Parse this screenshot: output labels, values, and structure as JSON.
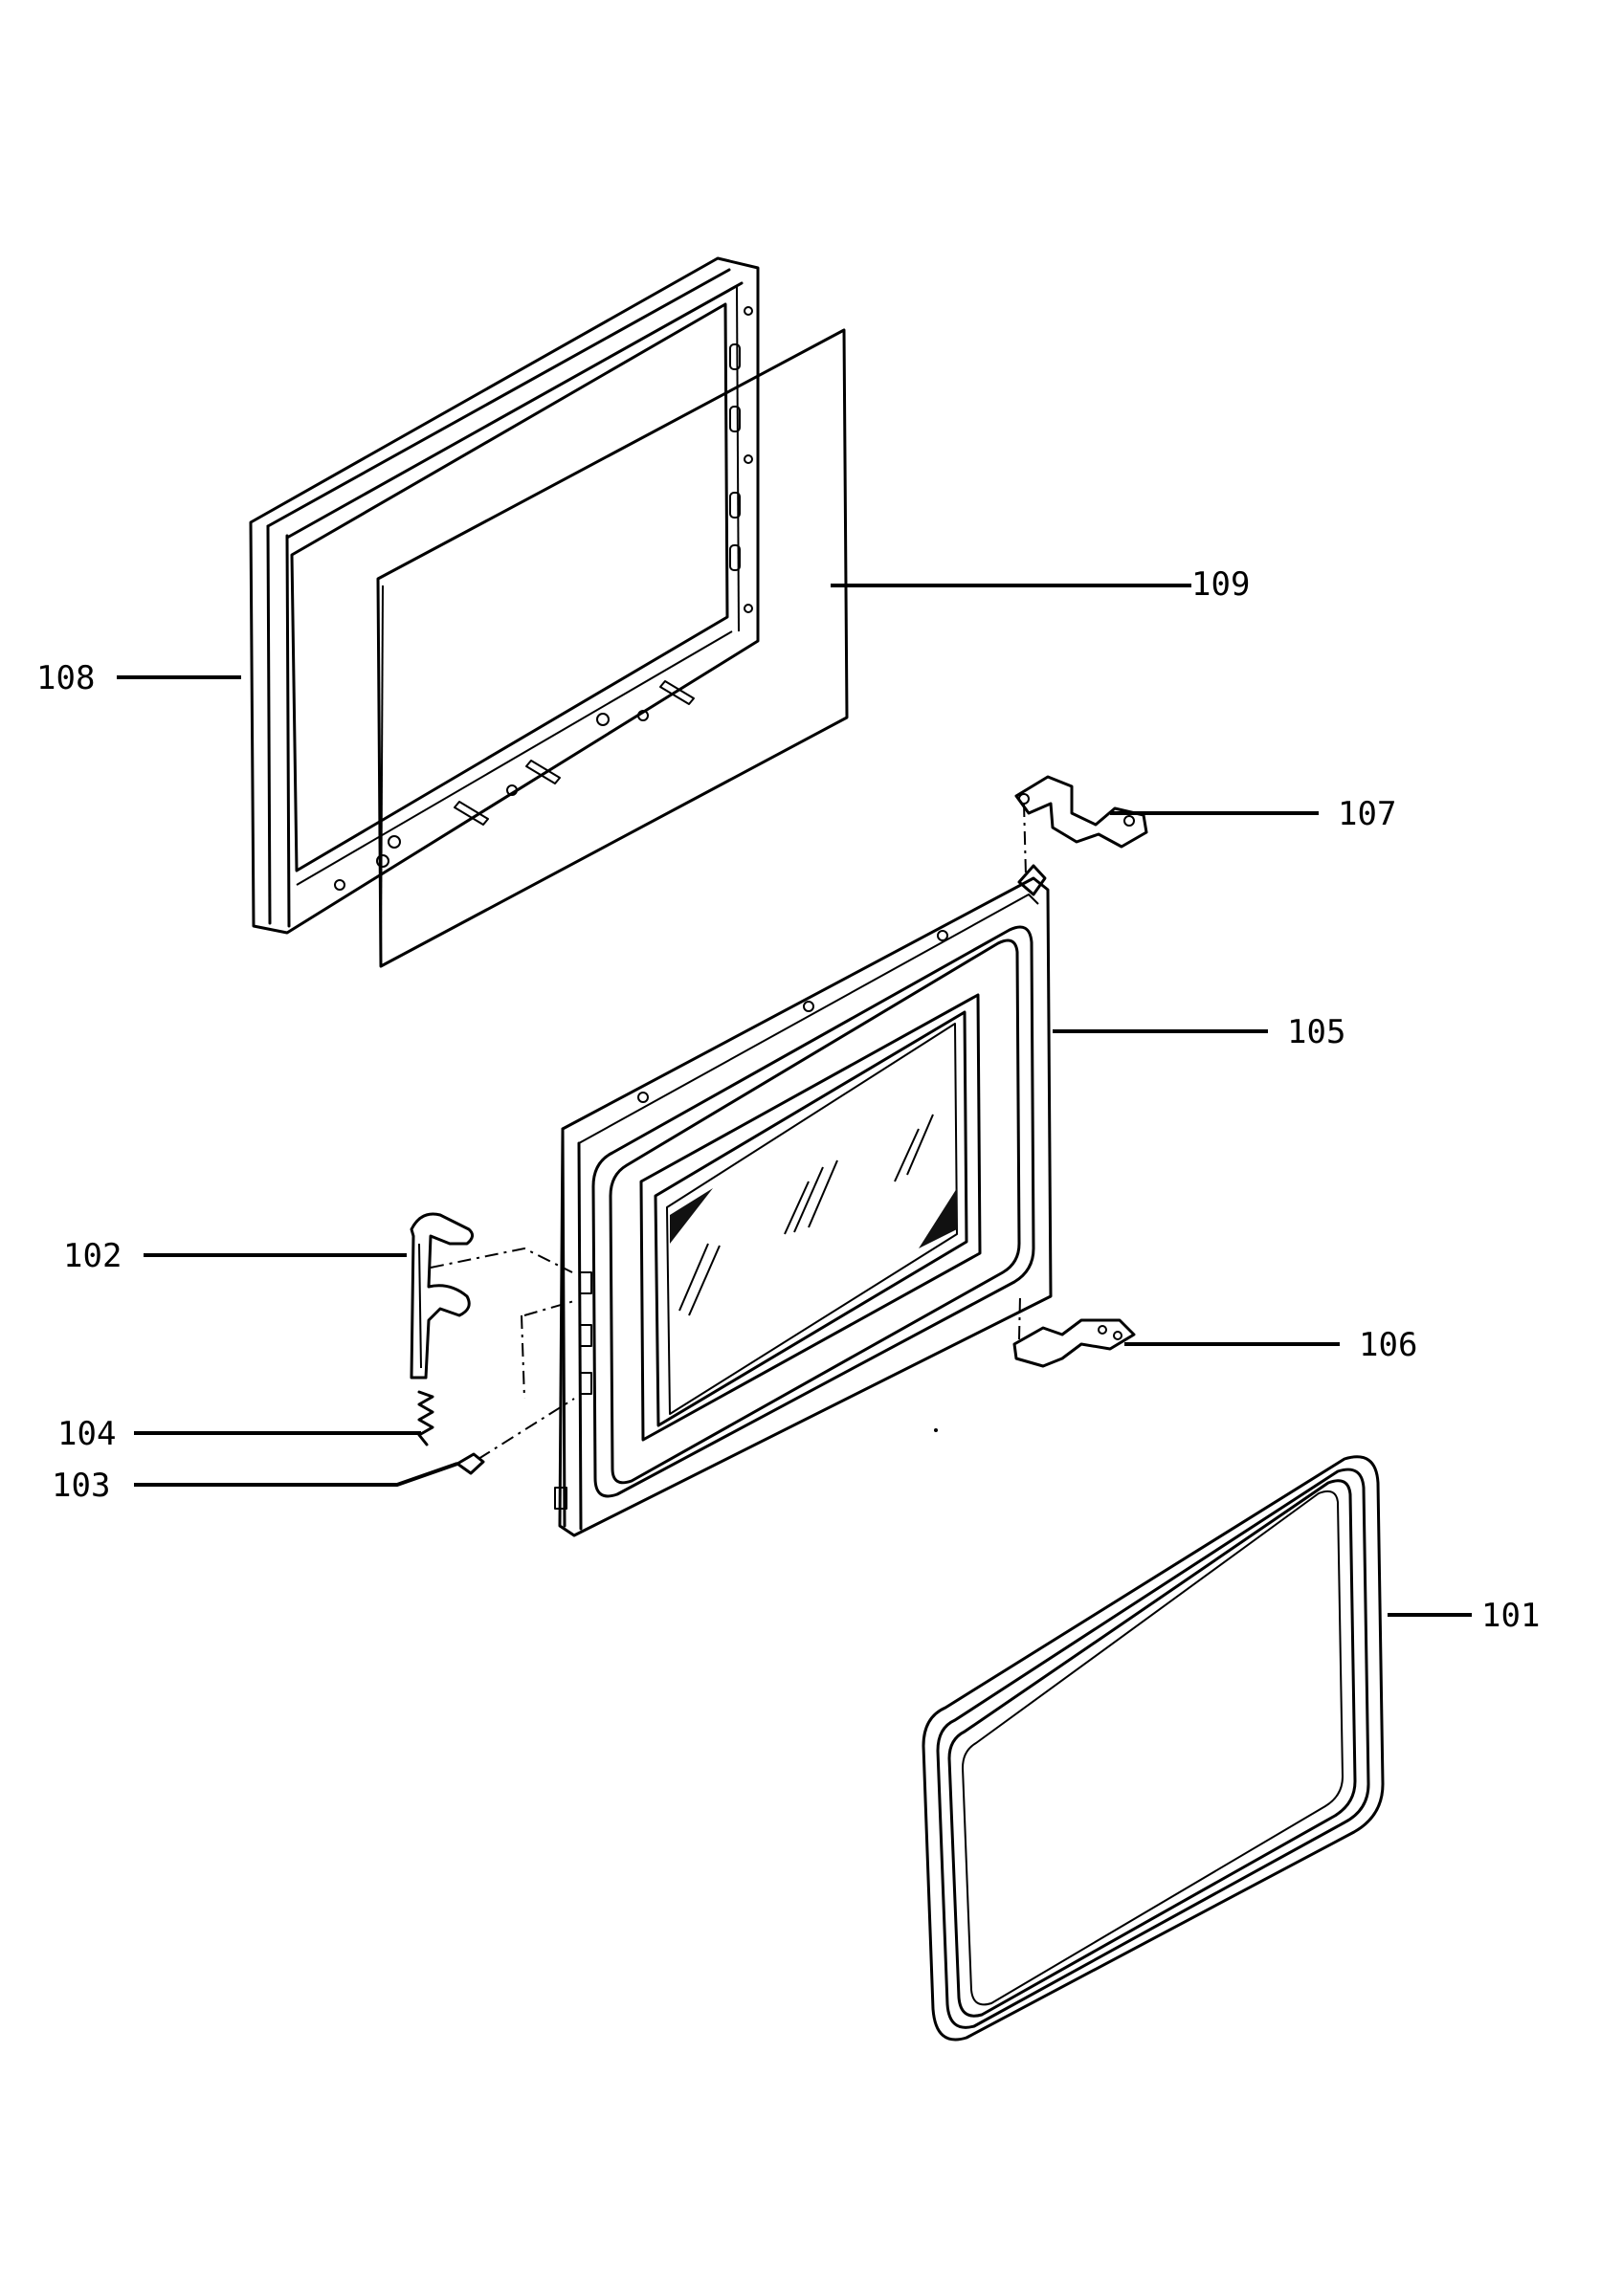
{
  "diagram": {
    "callouts": [
      {
        "id": "101",
        "label": "101"
      },
      {
        "id": "102",
        "label": "102"
      },
      {
        "id": "103",
        "label": "103"
      },
      {
        "id": "104",
        "label": "104"
      },
      {
        "id": "105",
        "label": "105"
      },
      {
        "id": "106",
        "label": "106"
      },
      {
        "id": "107",
        "label": "107"
      },
      {
        "id": "108",
        "label": "108"
      },
      {
        "id": "109",
        "label": "109"
      }
    ]
  }
}
